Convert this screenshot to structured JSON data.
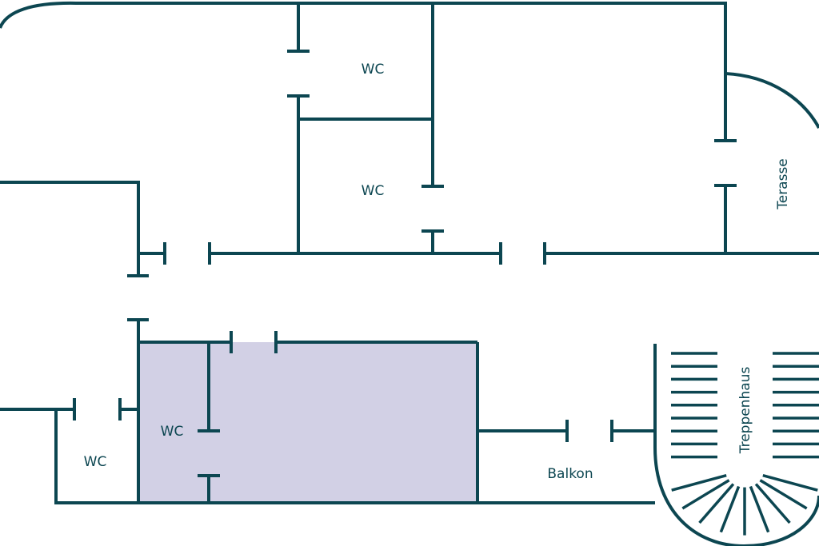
{
  "colors": {
    "wall": "#0c4651",
    "highlight_fill": "#d2d0e5",
    "background": "#ffffff",
    "text": "#0c4651"
  },
  "labels": {
    "wc_top": "WC",
    "wc_middle": "WC",
    "wc_left_highlight": "WC",
    "wc_bottom_left": "WC",
    "balkon": "Balkon",
    "terasse": "Terasse",
    "treppenhaus": "Treppenhaus"
  }
}
